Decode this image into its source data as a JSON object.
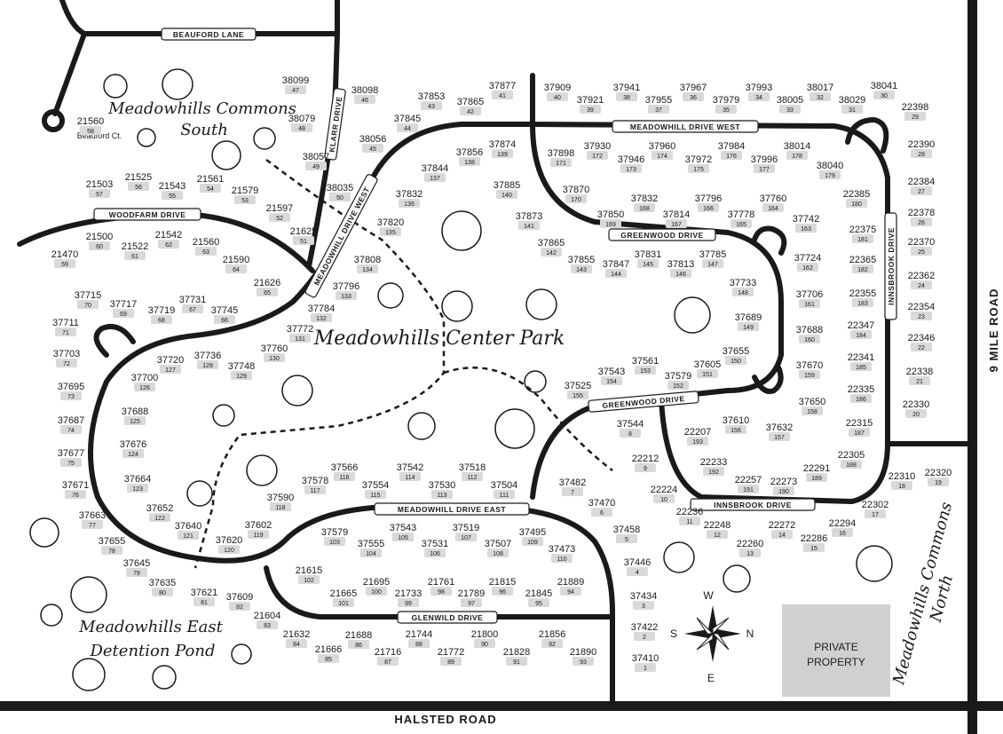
{
  "map": {
    "colors": {
      "road": "#1a1a1a",
      "lot": "#d9d9d9",
      "private": "#d0d0d0",
      "background": "#ffffff"
    },
    "area_labels": [
      {
        "id": "commons-south",
        "lines": [
          "Meadowhills Commons",
          "South"
        ]
      },
      {
        "id": "center-park",
        "lines": [
          "Meadowhills Center Park"
        ]
      },
      {
        "id": "east-pond",
        "lines": [
          "Meadowhills East",
          "Detention Pond"
        ]
      },
      {
        "id": "commons-north",
        "lines": [
          "Meadowhills Commons",
          "North"
        ]
      }
    ],
    "roads": {
      "beauford_lane": "BEAUFORD LANE",
      "woodfarm_drive": "WOODFARM DRIVE",
      "klarr_drive": "KLARR DRIVE",
      "meadowhill_drive_west_diag": "MEADOWHILL DRIVE WEST",
      "meadowhill_drive_west_top": "MEADOWHILL DRIVE WEST",
      "greenwood_drive_upper": "GREENWOOD DRIVE",
      "greenwood_drive_lower": "GREENWOOD DRIVE",
      "innsbrook_drive_vert": "INNSBROOK DRIVE",
      "innsbrook_drive_horiz": "INNSBROOK DRIVE",
      "meadowhill_drive_east": "MEADOWHILL DRIVE EAST",
      "glenwild_drive": "GLENWILD DRIVE",
      "halsted_road": "HALSTED ROAD",
      "nine_mile_road": "9 MILE ROAD"
    },
    "beauford_ct": "Beauford Ct.",
    "private_property": [
      "PRIVATE",
      "PROPERTY"
    ],
    "compass": {
      "n": "N",
      "s": "S",
      "e": "E",
      "w": "W"
    },
    "lots": [
      {
        "num": "21560",
        "idx": "58"
      },
      {
        "num": "38099",
        "idx": "47"
      },
      {
        "num": "38098",
        "idx": "46"
      },
      {
        "num": "38079",
        "idx": "48"
      },
      {
        "num": "38056",
        "idx": "45"
      },
      {
        "num": "38057",
        "idx": "49"
      },
      {
        "num": "38035",
        "idx": "50"
      },
      {
        "num": "21503",
        "idx": "57"
      },
      {
        "num": "21525",
        "idx": "56"
      },
      {
        "num": "21543",
        "idx": "55"
      },
      {
        "num": "21561",
        "idx": "54"
      },
      {
        "num": "21579",
        "idx": "53"
      },
      {
        "num": "21597",
        "idx": "52"
      },
      {
        "num": "21625",
        "idx": "51"
      },
      {
        "num": "21500",
        "idx": "60"
      },
      {
        "num": "21522",
        "idx": "61"
      },
      {
        "num": "21542",
        "idx": "62"
      },
      {
        "num": "21560",
        "idx": "63"
      },
      {
        "num": "21470",
        "idx": "59"
      },
      {
        "num": "21590",
        "idx": "64"
      },
      {
        "num": "21626",
        "idx": "65"
      },
      {
        "num": "37715",
        "idx": "70"
      },
      {
        "num": "37717",
        "idx": "69"
      },
      {
        "num": "37719",
        "idx": "68"
      },
      {
        "num": "37731",
        "idx": "67"
      },
      {
        "num": "37745",
        "idx": "66"
      },
      {
        "num": "37711",
        "idx": "71"
      },
      {
        "num": "37703",
        "idx": "72"
      },
      {
        "num": "37695",
        "idx": "73"
      },
      {
        "num": "37687",
        "idx": "74"
      },
      {
        "num": "37677",
        "idx": "75"
      },
      {
        "num": "37671",
        "idx": "76"
      },
      {
        "num": "37663",
        "idx": "77"
      },
      {
        "num": "37655",
        "idx": "78"
      },
      {
        "num": "37645",
        "idx": "79"
      },
      {
        "num": "37635",
        "idx": "80"
      },
      {
        "num": "37621",
        "idx": "81"
      },
      {
        "num": "37609",
        "idx": "82"
      },
      {
        "num": "21604",
        "idx": "83"
      },
      {
        "num": "21632",
        "idx": "84"
      },
      {
        "num": "21666",
        "idx": "85"
      },
      {
        "num": "21688",
        "idx": "86"
      },
      {
        "num": "21716",
        "idx": "87"
      },
      {
        "num": "21744",
        "idx": "88"
      },
      {
        "num": "21772",
        "idx": "89"
      },
      {
        "num": "21800",
        "idx": "90"
      },
      {
        "num": "21828",
        "idx": "91"
      },
      {
        "num": "21856",
        "idx": "92"
      },
      {
        "num": "21890",
        "idx": "93"
      },
      {
        "num": "21615",
        "idx": "102"
      },
      {
        "num": "21665",
        "idx": "101"
      },
      {
        "num": "21695",
        "idx": "100"
      },
      {
        "num": "21733",
        "idx": "99"
      },
      {
        "num": "21761",
        "idx": "98"
      },
      {
        "num": "21789",
        "idx": "97"
      },
      {
        "num": "21815",
        "idx": "96"
      },
      {
        "num": "21845",
        "idx": "95"
      },
      {
        "num": "21889",
        "idx": "94"
      },
      {
        "num": "37579",
        "idx": "103"
      },
      {
        "num": "37555",
        "idx": "104"
      },
      {
        "num": "37543",
        "idx": "105"
      },
      {
        "num": "37531",
        "idx": "106"
      },
      {
        "num": "37519",
        "idx": "107"
      },
      {
        "num": "37507",
        "idx": "108"
      },
      {
        "num": "37495",
        "idx": "109"
      },
      {
        "num": "37473",
        "idx": "110"
      },
      {
        "num": "37720",
        "idx": "127"
      },
      {
        "num": "37736",
        "idx": "128"
      },
      {
        "num": "37748",
        "idx": "129"
      },
      {
        "num": "37760",
        "idx": "130"
      },
      {
        "num": "37700",
        "idx": "126"
      },
      {
        "num": "37688",
        "idx": "125"
      },
      {
        "num": "37676",
        "idx": "124"
      },
      {
        "num": "37664",
        "idx": "123"
      },
      {
        "num": "37652",
        "idx": "122"
      },
      {
        "num": "37640",
        "idx": "121"
      },
      {
        "num": "37620",
        "idx": "120"
      },
      {
        "num": "37602",
        "idx": "119"
      },
      {
        "num": "37590",
        "idx": "118"
      },
      {
        "num": "37578",
        "idx": "117"
      },
      {
        "num": "37566",
        "idx": "116"
      },
      {
        "num": "37554",
        "idx": "115"
      },
      {
        "num": "37542",
        "idx": "114"
      },
      {
        "num": "37530",
        "idx": "113"
      },
      {
        "num": "37518",
        "idx": "112"
      },
      {
        "num": "37504",
        "idx": "111"
      },
      {
        "num": "37772",
        "idx": "131"
      },
      {
        "num": "37784",
        "idx": "132"
      },
      {
        "num": "37796",
        "idx": "133"
      },
      {
        "num": "37808",
        "idx": "134"
      },
      {
        "num": "37820",
        "idx": "135"
      },
      {
        "num": "37832",
        "idx": "136"
      },
      {
        "num": "37844",
        "idx": "137"
      },
      {
        "num": "37856",
        "idx": "138"
      },
      {
        "num": "37874",
        "idx": "139"
      },
      {
        "num": "37853",
        "idx": "43"
      },
      {
        "num": "37865",
        "idx": "42"
      },
      {
        "num": "37877",
        "idx": "41"
      },
      {
        "num": "37845",
        "idx": "44"
      },
      {
        "num": "37909",
        "idx": "40"
      },
      {
        "num": "37921",
        "idx": "39"
      },
      {
        "num": "37941",
        "idx": "38"
      },
      {
        "num": "37955",
        "idx": "37"
      },
      {
        "num": "37967",
        "idx": "36"
      },
      {
        "num": "37979",
        "idx": "35"
      },
      {
        "num": "37993",
        "idx": "34"
      },
      {
        "num": "38005",
        "idx": "33"
      },
      {
        "num": "38017",
        "idx": "32"
      },
      {
        "num": "38029",
        "idx": "31"
      },
      {
        "num": "38041",
        "idx": "30"
      },
      {
        "num": "22398",
        "idx": "29"
      },
      {
        "num": "22390",
        "idx": "28"
      },
      {
        "num": "22384",
        "idx": "27"
      },
      {
        "num": "22378",
        "idx": "26"
      },
      {
        "num": "22370",
        "idx": "25"
      },
      {
        "num": "22362",
        "idx": "24"
      },
      {
        "num": "22354",
        "idx": "23"
      },
      {
        "num": "22346",
        "idx": "22"
      },
      {
        "num": "22338",
        "idx": "21"
      },
      {
        "num": "22330",
        "idx": "20"
      },
      {
        "num": "22320",
        "idx": "19"
      },
      {
        "num": "22310",
        "idx": "18"
      },
      {
        "num": "22302",
        "idx": "17"
      },
      {
        "num": "22294",
        "idx": "16"
      },
      {
        "num": "22286",
        "idx": "15"
      },
      {
        "num": "22272",
        "idx": "14"
      },
      {
        "num": "22260",
        "idx": "13"
      },
      {
        "num": "22248",
        "idx": "12"
      },
      {
        "num": "22236",
        "idx": "11"
      },
      {
        "num": "22224",
        "idx": "10"
      },
      {
        "num": "22212",
        "idx": "9"
      },
      {
        "num": "37544",
        "idx": "8"
      },
      {
        "num": "37482",
        "idx": "7"
      },
      {
        "num": "37470",
        "idx": "6"
      },
      {
        "num": "37458",
        "idx": "5"
      },
      {
        "num": "37446",
        "idx": "4"
      },
      {
        "num": "37434",
        "idx": "3"
      },
      {
        "num": "37422",
        "idx": "2"
      },
      {
        "num": "37410",
        "idx": "1"
      },
      {
        "num": "37898",
        "idx": "171"
      },
      {
        "num": "37930",
        "idx": "172"
      },
      {
        "num": "37946",
        "idx": "173"
      },
      {
        "num": "37960",
        "idx": "174"
      },
      {
        "num": "37972",
        "idx": "175"
      },
      {
        "num": "37984",
        "idx": "176"
      },
      {
        "num": "37996",
        "idx": "177"
      },
      {
        "num": "38014",
        "idx": "178"
      },
      {
        "num": "38040",
        "idx": "179"
      },
      {
        "num": "22385",
        "idx": "180"
      },
      {
        "num": "22375",
        "idx": "181"
      },
      {
        "num": "22365",
        "idx": "182"
      },
      {
        "num": "22355",
        "idx": "183"
      },
      {
        "num": "22347",
        "idx": "184"
      },
      {
        "num": "22341",
        "idx": "185"
      },
      {
        "num": "22335",
        "idx": "186"
      },
      {
        "num": "22315",
        "idx": "187"
      },
      {
        "num": "22305",
        "idx": "188"
      },
      {
        "num": "22291",
        "idx": "189"
      },
      {
        "num": "22273",
        "idx": "190"
      },
      {
        "num": "22257",
        "idx": "191"
      },
      {
        "num": "22233",
        "idx": "192"
      },
      {
        "num": "22207",
        "idx": "193"
      },
      {
        "num": "37885",
        "idx": "140"
      },
      {
        "num": "37870",
        "idx": "170"
      },
      {
        "num": "37873",
        "idx": "141"
      },
      {
        "num": "37850",
        "idx": "169"
      },
      {
        "num": "37832",
        "idx": "168"
      },
      {
        "num": "37814",
        "idx": "167"
      },
      {
        "num": "37796",
        "idx": "166"
      },
      {
        "num": "37778",
        "idx": "165"
      },
      {
        "num": "37760",
        "idx": "164"
      },
      {
        "num": "37742",
        "idx": "163"
      },
      {
        "num": "37865",
        "idx": "142"
      },
      {
        "num": "37855",
        "idx": "143"
      },
      {
        "num": "37847",
        "idx": "144"
      },
      {
        "num": "37831",
        "idx": "145"
      },
      {
        "num": "37813",
        "idx": "146"
      },
      {
        "num": "37785",
        "idx": "147"
      },
      {
        "num": "37733",
        "idx": "148"
      },
      {
        "num": "37724",
        "idx": "162"
      },
      {
        "num": "37706",
        "idx": "161"
      },
      {
        "num": "37689",
        "idx": "149"
      },
      {
        "num": "37688",
        "idx": "160"
      },
      {
        "num": "37655",
        "idx": "150"
      },
      {
        "num": "37670",
        "idx": "159"
      },
      {
        "num": "37650",
        "idx": "158"
      },
      {
        "num": "37632",
        "idx": "157"
      },
      {
        "num": "37610",
        "idx": "156"
      },
      {
        "num": "37525",
        "idx": "155"
      },
      {
        "num": "37543",
        "idx": "154"
      },
      {
        "num": "37561",
        "idx": "153"
      },
      {
        "num": "37579",
        "idx": "152"
      },
      {
        "num": "37605",
        "idx": "151"
      }
    ]
  }
}
